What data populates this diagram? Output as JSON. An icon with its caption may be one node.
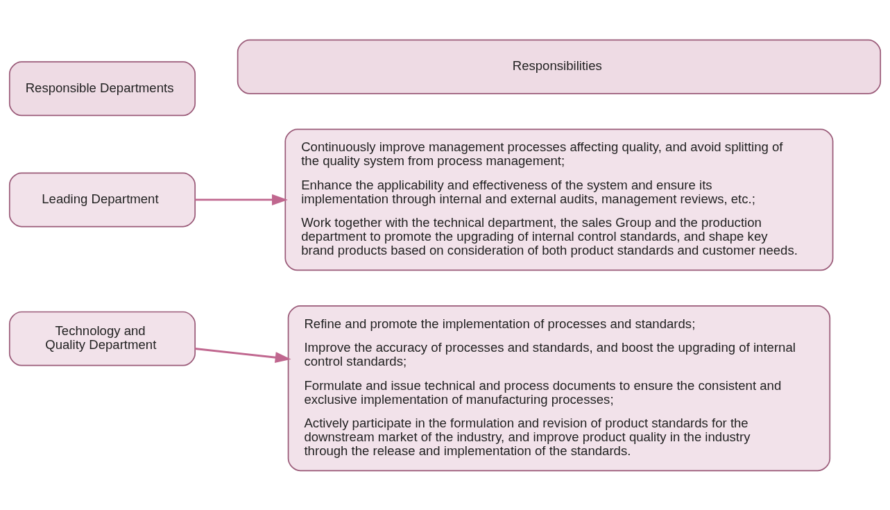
{
  "diagram": {
    "nodes": [
      {
        "text": [
          "Responsible Departments"
        ]
      },
      {
        "text": [
          "Responsibilities"
        ]
      },
      {
        "text": [
          "Leading Department"
        ]
      },
      {
        "text": [
          "Continuously improve management processes affecting quality, and avoid splitting of the quality system from process management;",
          "Enhance the applicability and effectiveness of the system and ensure its implementation through internal and external audits, management reviews, etc.;",
          "Work together with the technical department, the sales Group and the production department to promote the upgrading of internal control standards, and shape key brand products based on consideration of both product standards and customer needs."
        ]
      },
      {
        "text": [
          "Technology and Quality Department"
        ]
      },
      {
        "text": [
          "Refine and promote the implementation of processes and standards;",
          "Improve the accuracy of processes and standards, and boost the upgrading of internal control standards;",
          "Formulate and issue technical and process documents to ensure the consistent and exclusive implementation of manufacturing processes;",
          "Actively participate in the formulation and revision of product standards for the downstream market of the industry, and improve product quality in the industry through the release and implementation of the standards."
        ]
      }
    ],
    "edges": [
      {
        "from": 2,
        "to": 3,
        "arrow": "to"
      },
      {
        "from": 4,
        "to": 5,
        "arrow": "to"
      }
    ]
  }
}
